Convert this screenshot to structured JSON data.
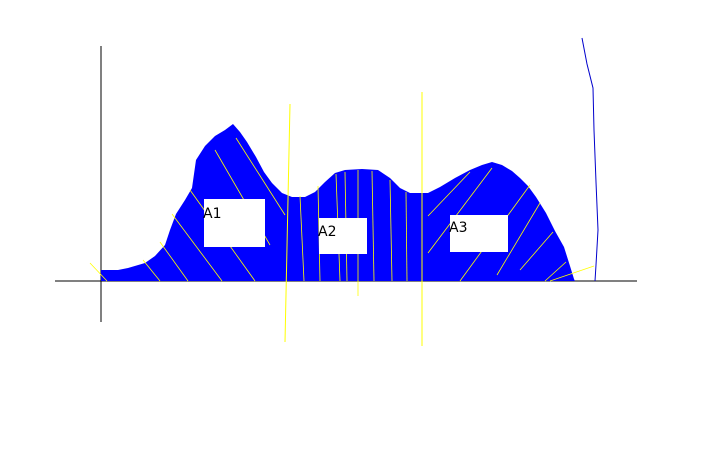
{
  "diagram": {
    "labels": {
      "a1": "A1",
      "a2": "A2",
      "a3": "A3"
    },
    "colors": {
      "fill": "#0000ff",
      "hatch": "#ffff00",
      "axis": "#000000",
      "curve_line": "#0000cc",
      "label_box": "#ffffff"
    }
  }
}
